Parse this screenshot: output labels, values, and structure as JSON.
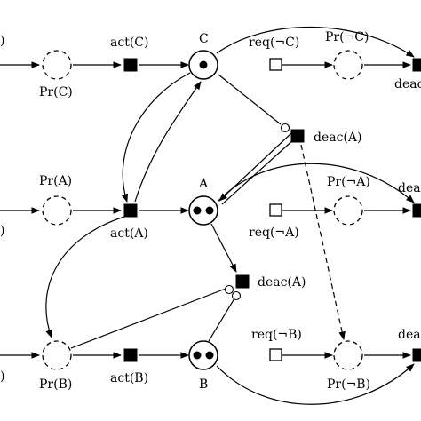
{
  "places": {
    "C": {
      "name": "C",
      "tokens": 1
    },
    "A": {
      "name": "A",
      "tokens": 2
    },
    "B": {
      "name": "B",
      "tokens": 2
    },
    "pr_c": {
      "label": "Pr(C)"
    },
    "pr_a": {
      "label": "Pr(A)"
    },
    "pr_b": {
      "label": "Pr(B)"
    },
    "pr_not_c": {
      "label": "Pr(¬C)"
    },
    "pr_not_a": {
      "label": "Pr(¬A)"
    },
    "pr_not_b": {
      "label": "Pr(¬B)"
    }
  },
  "transitions": {
    "act_c": {
      "label": "act(C)"
    },
    "act_a": {
      "label": "act(A)"
    },
    "act_b": {
      "label": "act(B)"
    },
    "req_not_c": {
      "label": "req(¬C)"
    },
    "req_not_a": {
      "label": "req(¬A)"
    },
    "req_not_b": {
      "label": "req(¬B)"
    },
    "deac_a_upper": {
      "label": "deac(A)"
    },
    "deac_a_lower": {
      "label": "deac(A)"
    },
    "deac_edge_1": {
      "label": "deac"
    },
    "deac_edge_2": {
      "label": "dea"
    },
    "deac_edge_3": {
      "label": "dea"
    }
  },
  "edge_labels": {
    "left_paren_1": ")",
    "left_paren_2": ")",
    "left_paren_3": ")"
  }
}
